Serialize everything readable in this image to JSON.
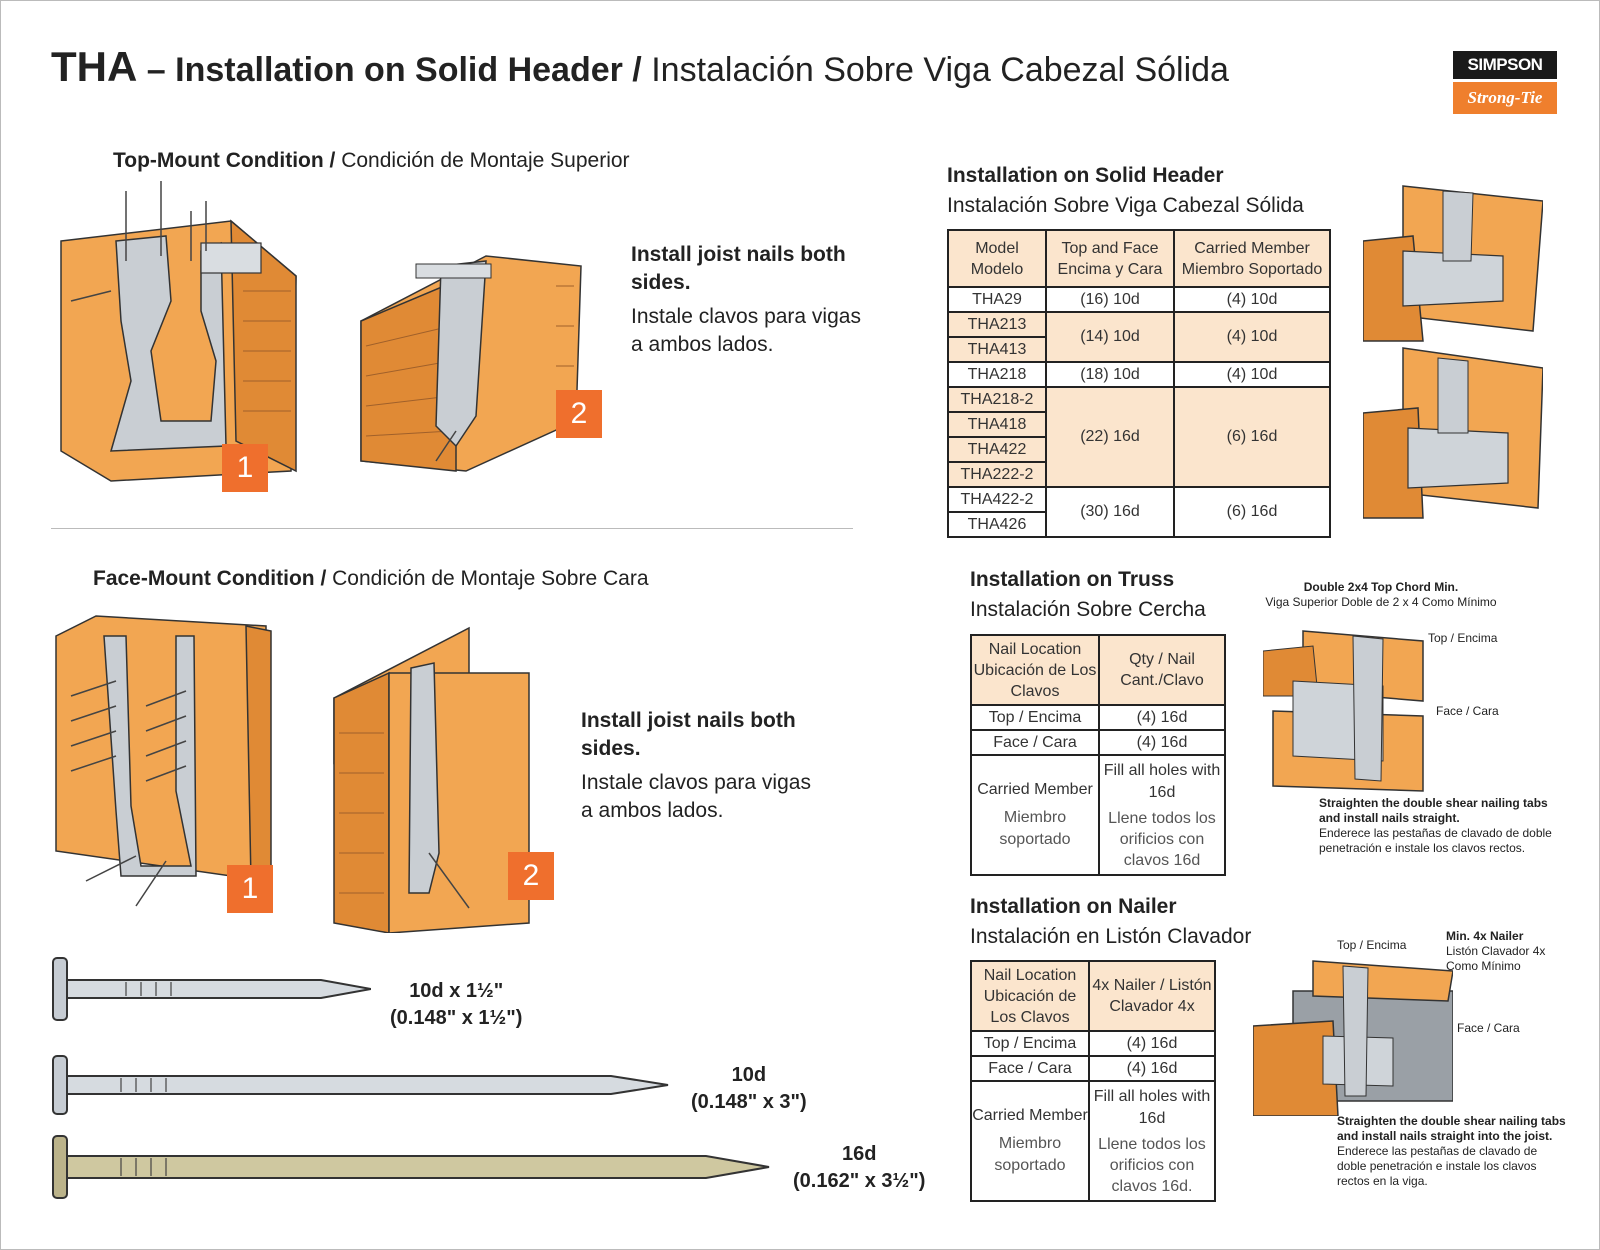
{
  "header": {
    "code": "THA",
    "title_en": "– Installation on Solid Header /",
    "title_es": "Instalación Sobre Viga Cabezal Sólida"
  },
  "logo": {
    "top": "SIMPSON",
    "bottom": "Strong-Tie"
  },
  "top_mount": {
    "heading_en": "Top-Mount Condition /",
    "heading_es": "Condición de Montaje Superior",
    "note_en": "Install joist nails both sides.",
    "note_es": "Instale clavos para vigas a ambos lados.",
    "badge1": "1",
    "badge2": "2"
  },
  "face_mount": {
    "heading_en": "Face-Mount Condition /",
    "heading_es": "Condición de Montaje Sobre Cara",
    "note_en": "Install joist nails both sides.",
    "note_es": "Instale clavos para vigas a ambos lados.",
    "badge1": "1",
    "badge2": "2"
  },
  "nails": [
    {
      "line1": "10d x 1½\"",
      "line2": "(0.148\" x 1½\")"
    },
    {
      "line1": "10d",
      "line2": "(0.148\" x 3\")"
    },
    {
      "line1": "16d",
      "line2": "(0.162\" x 3½\")"
    }
  ],
  "solid_header": {
    "heading_en": "Installation on Solid Header",
    "heading_es": "Instalación Sobre Viga Cabezal Sólida",
    "col_model": "Model Modelo",
    "col_top_face": "Top and Face Encima y Cara",
    "col_carried": "Carried Member Miembro Soportado",
    "rows": [
      {
        "models": [
          "THA29"
        ],
        "top_face": "(16) 10d",
        "carried": "(4) 10d"
      },
      {
        "models": [
          "THA213",
          "THA413"
        ],
        "top_face": "(14) 10d",
        "carried": "(4) 10d"
      },
      {
        "models": [
          "THA218"
        ],
        "top_face": "(18) 10d",
        "carried": "(4) 10d"
      },
      {
        "models": [
          "THA218-2",
          "THA418",
          "THA422",
          "THA222-2"
        ],
        "top_face": "(22) 16d",
        "carried": "(6) 16d"
      },
      {
        "models": [
          "THA422-2",
          "THA426"
        ],
        "top_face": "(30) 16d",
        "carried": "(6) 16d"
      }
    ]
  },
  "truss": {
    "heading_en": "Installation on Truss",
    "heading_es": "Instalación Sobre Cercha",
    "col_location": "Nail Location Ubicación de Los Clavos",
    "col_qty": "Qty / Nail Cant./Clavo",
    "top_en": "Top",
    "top_es": "/ Encima",
    "top_val": "(4) 16d",
    "face_en": "Face",
    "face_es": "/ Cara",
    "face_val": "(4) 16d",
    "carried_en": "Carried Member",
    "carried_es": "Miembro soportado",
    "fill_en": "Fill all holes with 16d",
    "fill_es": "Llene todos los orificios con clavos 16d",
    "diag_chord_en": "Double 2x4 Top Chord Min.",
    "diag_chord_es": "Viga Superior Doble de 2 x 4 Como Mínimo",
    "diag_top": "Top / Encima",
    "diag_face": "Face / Cara",
    "diag_note_en": "Straighten the double shear nailing tabs and install nails straight.",
    "diag_note_es": "Enderece las pestañas de clavado de doble penetración e instale los clavos rectos."
  },
  "nailer": {
    "heading_en": "Installation on Nailer",
    "heading_es": "Instalación en Listón Clavador",
    "col_location": "Nail Location Ubicación de Los Clavos",
    "col_nailer": "4x Nailer / Listón Clavador 4x",
    "top_en": "Top",
    "top_es": "/ Encima",
    "top_val": "(4) 16d",
    "face_en": "Face",
    "face_es": "/ Cara",
    "face_val": "(4) 16d",
    "carried_en": "Carried Member",
    "carried_es": "Miembro soportado",
    "fill_en": "Fill all holes with 16d",
    "fill_es": "Llene todos los orificios con clavos 16d.",
    "diag_top": "Top / Encima",
    "diag_min_en": "Min. 4x Nailer",
    "diag_min_es": "Listón Clavador 4x Como Mínimo",
    "diag_face": "Face / Cara",
    "diag_note_en": "Straighten the double shear nailing tabs and install nails straight into the joist.",
    "diag_note_es": "Enderece las pestañas de clavado de doble penetración e instale los clavos rectos en la viga."
  }
}
